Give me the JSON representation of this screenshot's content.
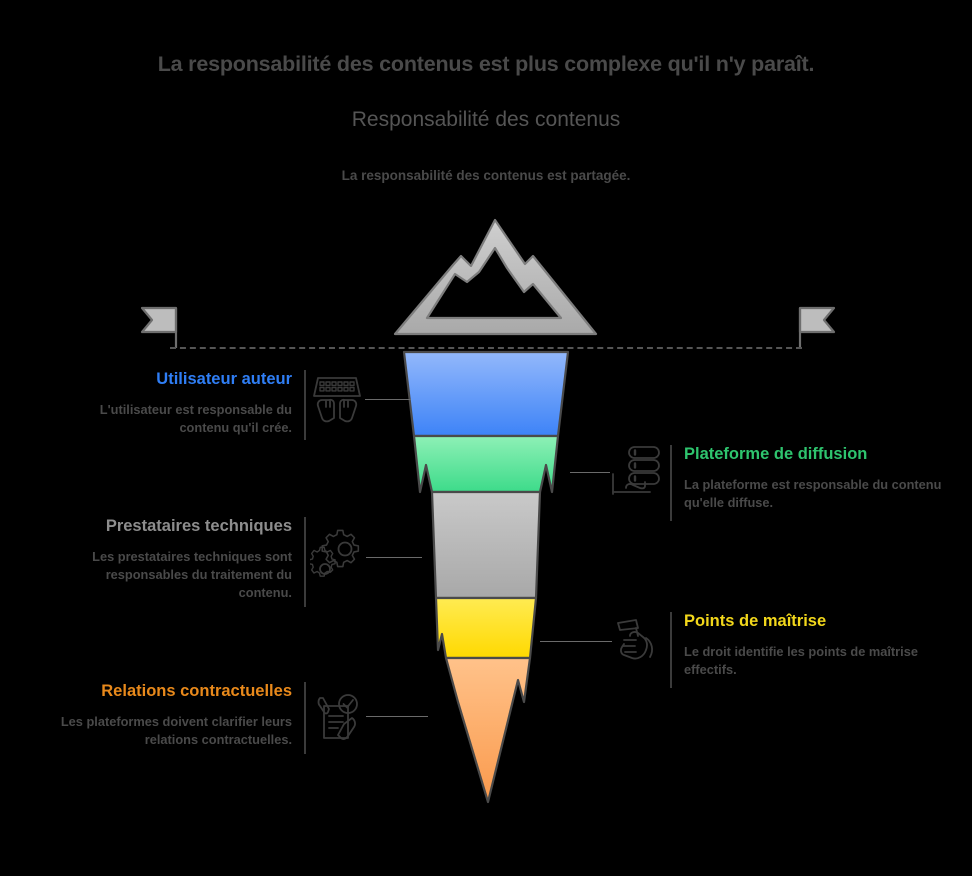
{
  "title": "La responsabilité des contenus est plus complexe qu'il n'y paraît.",
  "apex": {
    "title": "Responsabilité des contenus",
    "subtitle": "La responsabilité des contenus est partagée.",
    "icon": "mountain-icon",
    "color": "#b3b3b3"
  },
  "flags": {
    "left_icon": "flag-left-icon",
    "right_icon": "flag-right-icon",
    "color": "#bcbcbc"
  },
  "stages": [
    {
      "id": "utilisateur-auteur",
      "side": "left",
      "title": "Utilisateur auteur",
      "description": "L'utilisateur est responsable du contenu qu'il crée.",
      "color": "#2f7ef5",
      "band_top_color": "#93b8fb",
      "band_bottom_color": "#3d83f7",
      "icon": "keyboard-hands-icon"
    },
    {
      "id": "plateforme-de-diffusion",
      "side": "right",
      "title": "Plateforme de diffusion",
      "description": "La plateforme est responsable du contenu qu'elle diffuse.",
      "color": "#2ec46e",
      "band_top_color": "#8ef0b6",
      "band_bottom_color": "#3ddb8a",
      "icon": "server-stack-icon"
    },
    {
      "id": "prestataires-techniques",
      "side": "left",
      "title": "Prestataires techniques",
      "description": "Les prestataires techniques sont responsables du traitement du contenu.",
      "color": "#8d8d8d",
      "band_top_color": "#c9c9c9",
      "band_bottom_color": "#a8a8a8",
      "icon": "gears-icon"
    },
    {
      "id": "points-de-maitrise",
      "side": "right",
      "title": "Points de maîtrise",
      "description": "Le droit identifie les points de maîtrise effectifs.",
      "color": "#f2d71b",
      "band_top_color": "#ffeb52",
      "band_bottom_color": "#ffd900",
      "icon": "hand-hold-icon"
    },
    {
      "id": "relations-contractuelles",
      "side": "left",
      "title": "Relations contractuelles",
      "description": "Les plateformes doivent clarifier leurs relations contractuelles.",
      "color": "#e8891b",
      "band_top_color": "#ffc28a",
      "band_bottom_color": "#fa9a4d",
      "icon": "contract-check-icon"
    }
  ]
}
